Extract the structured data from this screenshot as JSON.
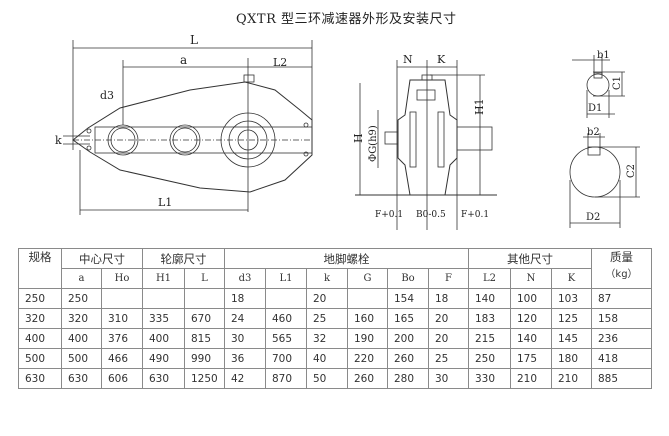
{
  "title": "QXTR 型三环减速器外形及安装尺寸",
  "drawing_labels": {
    "L": "L",
    "a": "a",
    "L2": "L2",
    "d3": "d3",
    "k": "k",
    "L1": "L1",
    "N": "N",
    "K": "K",
    "H": "H",
    "G": "ΦG(h9)",
    "H1": "H1",
    "F_left": "F+0.1",
    "B0": "B0-0.5",
    "F_right": "F+0.1",
    "b1": "b1",
    "C1": "C1",
    "D1": "D1",
    "b2": "b2",
    "C2": "C2",
    "D2": "D2"
  },
  "table": {
    "group_headers": {
      "spec": "规格",
      "center": "中心尺寸",
      "outline": "轮廓尺寸",
      "anchor": "地脚螺栓",
      "other": "其他尺寸",
      "mass": "质量",
      "mass_unit": "（kg）"
    },
    "columns": [
      "a",
      "Ho",
      "H1",
      "L",
      "d3",
      "L1",
      "k",
      "G",
      "Bo",
      "F",
      "L2",
      "N",
      "K"
    ],
    "rows": [
      [
        "250",
        "250",
        "",
        "",
        "",
        "18",
        "",
        "20",
        "",
        "154",
        "18",
        "140",
        "100",
        "103",
        "87"
      ],
      [
        "320",
        "320",
        "310",
        "335",
        "670",
        "24",
        "460",
        "25",
        "160",
        "165",
        "20",
        "183",
        "120",
        "125",
        "158"
      ],
      [
        "400",
        "400",
        "376",
        "400",
        "815",
        "30",
        "565",
        "32",
        "190",
        "200",
        "20",
        "215",
        "140",
        "145",
        "236"
      ],
      [
        "500",
        "500",
        "466",
        "490",
        "990",
        "36",
        "700",
        "40",
        "220",
        "260",
        "25",
        "250",
        "175",
        "180",
        "418"
      ],
      [
        "630",
        "630",
        "606",
        "630",
        "1250",
        "42",
        "870",
        "50",
        "260",
        "280",
        "30",
        "330",
        "210",
        "210",
        "885"
      ]
    ]
  }
}
